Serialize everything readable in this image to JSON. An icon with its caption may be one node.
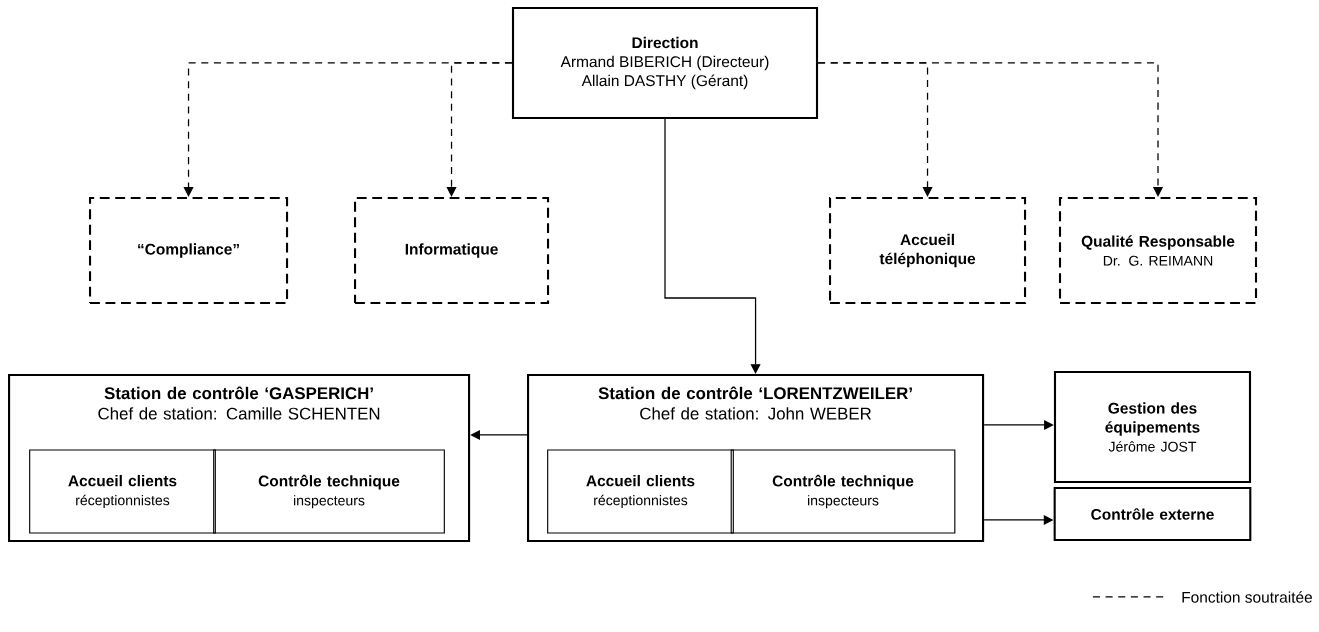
{
  "diagram": {
    "nodes": [
      {
        "text": [
          "Direction",
          "Armand BIBERICH (Directeur)",
          "Allain DASTHY (Gérant)"
        ]
      },
      {
        "text": [
          "“Compliance”"
        ]
      },
      {
        "text": [
          "Informatique"
        ]
      },
      {
        "text": [
          "Accueil téléphonique"
        ]
      },
      {
        "text": [
          "Qualité Responsable",
          "Dr. G. REIMANN"
        ]
      },
      {
        "text": [
          "Station de contrôle ‘GASPERICH’",
          "Chef de station: Camille SCHENTEN"
        ]
      },
      {
        "text": [
          "Accueil clients",
          "réceptionnistes"
        ],
        "in": 5
      },
      {
        "text": [
          "Contrôle technique",
          "inspecteurs"
        ],
        "in": 5
      },
      {
        "text": [
          "Station de contrôle ‘LORENTZWEILER’",
          "Chef de station: John WEBER"
        ]
      },
      {
        "text": [
          "Accueil clients",
          "réceptionnistes"
        ],
        "in": 8
      },
      {
        "text": [
          "Contrôle technique",
          "inspecteurs"
        ],
        "in": 8
      },
      {
        "text": [
          "Gestion des équipements",
          "Jérôme JOST"
        ]
      },
      {
        "text": [
          "Contrôle externe"
        ]
      }
    ],
    "edges": [
      {
        "from": 0,
        "to": 1,
        "arrow": "to",
        "style": "dashed"
      },
      {
        "from": 0,
        "to": 2,
        "arrow": "to",
        "style": "dashed"
      },
      {
        "from": 0,
        "to": 3,
        "arrow": "to",
        "style": "dashed"
      },
      {
        "from": 0,
        "to": 4,
        "arrow": "to",
        "style": "dashed"
      },
      {
        "from": 0,
        "to": 8,
        "arrow": "to"
      },
      {
        "from": 8,
        "to": 5,
        "arrow": "to"
      },
      {
        "from": 8,
        "to": 11,
        "arrow": "to"
      },
      {
        "from": 8,
        "to": 12,
        "arrow": "to"
      }
    ],
    "legend": [
      {
        "text": "Fonction soutraitée"
      }
    ]
  }
}
